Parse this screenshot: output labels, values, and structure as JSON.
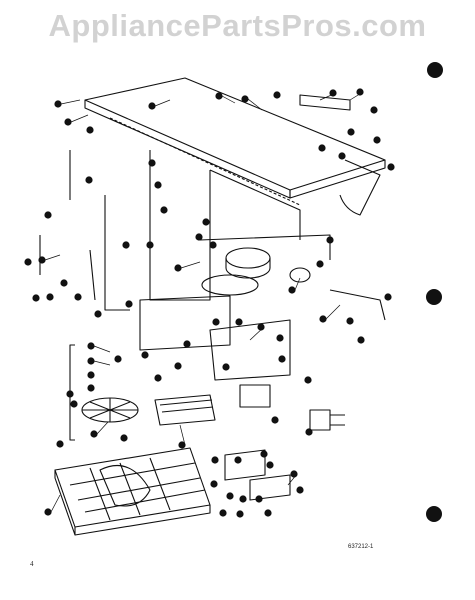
{
  "watermark": {
    "text": "AppliancePartsPros.com"
  },
  "diagram_code": "637212-1",
  "page_mark": "4",
  "colors": {
    "ink": "#111111",
    "watermark": "#d2d2d2",
    "paper": "#ffffff"
  }
}
